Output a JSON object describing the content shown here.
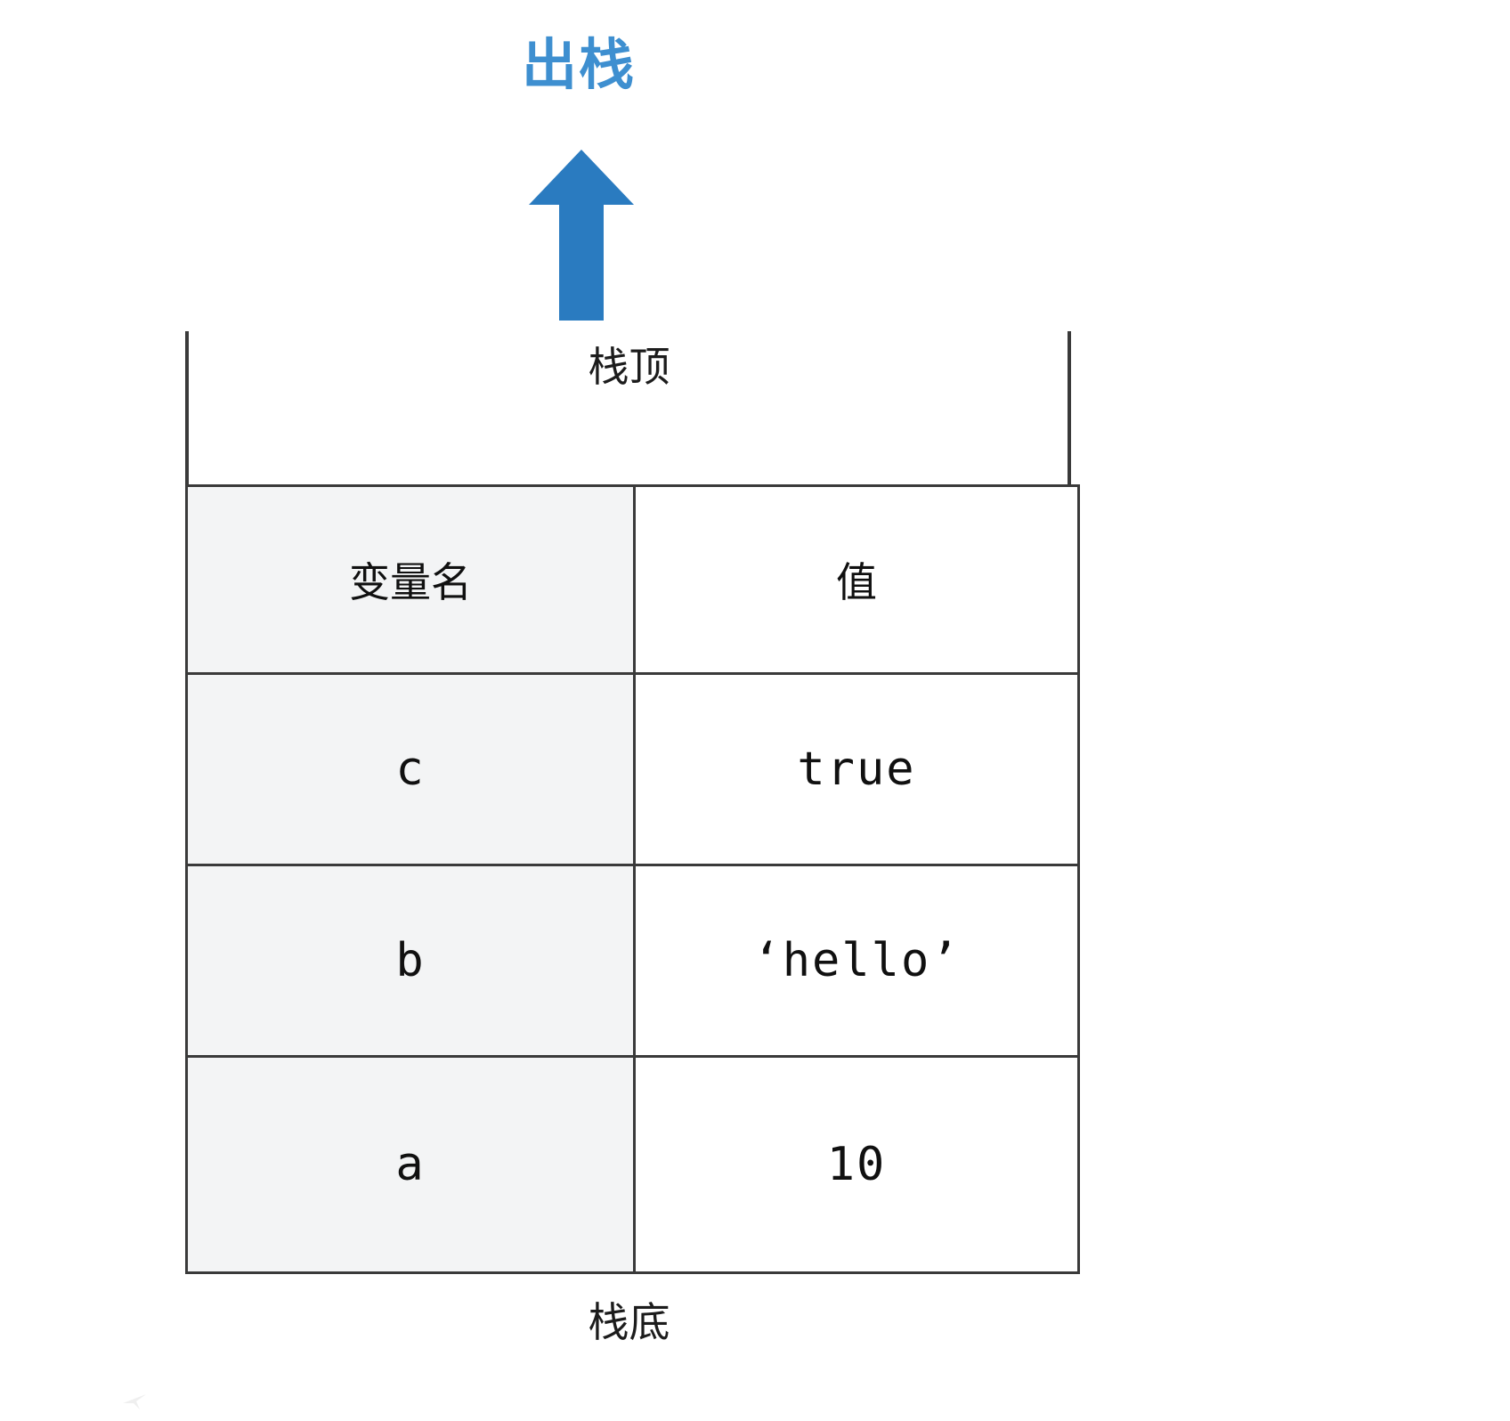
{
  "diagram": {
    "title": "出栈",
    "title_color": "#3e8fd0",
    "arrow": {
      "name": "pop-arrow-up",
      "direction": "up",
      "color": "#2a7bc0"
    },
    "stack_top_label": "栈顶",
    "stack_bottom_label": "栈底",
    "table": {
      "headers": [
        "变量名",
        "值"
      ],
      "header_bg_name_col": "#f3f4f5",
      "header_bg_value_col": "#ffffff",
      "border_color": "#3a3a3a",
      "rows": [
        {
          "name": "c",
          "value": "true"
        },
        {
          "name": "b",
          "value": "‘hello’"
        },
        {
          "name": "a",
          "value": "10"
        }
      ]
    }
  }
}
